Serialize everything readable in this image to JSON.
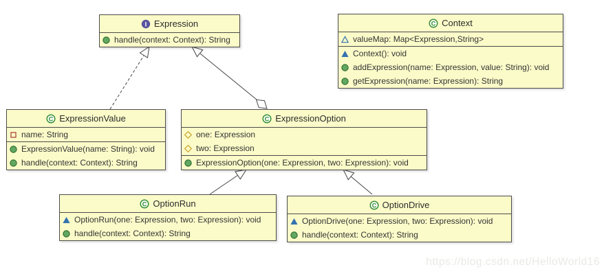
{
  "diagram_type": "uml-class-diagram",
  "watermark": "https://blog.csdn.net/HelloWorld16",
  "colors": {
    "box_fill": "#FBFBC9",
    "box_border": "#4a4a4a",
    "interface_icon": "#5B549E",
    "class_icon_ring": "#2E8B2E",
    "public_method": "#61A861",
    "constructor_method": "#3572B0",
    "package_field": "#3572B0",
    "private_field": "#B0453A",
    "protected_field": "#C9A227",
    "watermark_text": "#e9e9e5"
  },
  "classes": [
    {
      "name": "Expression",
      "kind": "interface",
      "icon": "interface-icon",
      "methods": [
        {
          "icon": "public-method-icon",
          "text": "handle(context: Context): String"
        }
      ]
    },
    {
      "name": "Context",
      "kind": "class",
      "icon": "class-icon",
      "fields": [
        {
          "icon": "package-field-icon",
          "text": "valueMap: Map<Expression,String>"
        }
      ],
      "methods": [
        {
          "icon": "constructor-method-icon",
          "text": "Context(): void"
        },
        {
          "icon": "public-method-icon",
          "text": "addExpression(name: Expression, value: String): void"
        },
        {
          "icon": "public-method-icon",
          "text": "getExpression(name: Expression): String"
        }
      ]
    },
    {
      "name": "ExpressionValue",
      "kind": "class",
      "icon": "class-icon",
      "fields": [
        {
          "icon": "private-field-icon",
          "text": "name: String"
        }
      ],
      "methods": [
        {
          "icon": "public-method-icon",
          "text": "ExpressionValue(name: String): void"
        },
        {
          "icon": "public-method-icon",
          "text": "handle(context: Context): String"
        }
      ]
    },
    {
      "name": "ExpressionOption",
      "kind": "class",
      "icon": "class-icon",
      "fields": [
        {
          "icon": "protected-field-icon",
          "text": "one: Expression"
        },
        {
          "icon": "protected-field-icon",
          "text": "two: Expression"
        }
      ],
      "methods": [
        {
          "icon": "public-method-icon",
          "text": "ExpressionOption(one: Expression, two: Expression): void"
        }
      ]
    },
    {
      "name": "OptionRun",
      "kind": "class",
      "icon": "class-icon",
      "methods": [
        {
          "icon": "constructor-method-icon",
          "text": "OptionRun(one: Expression, two: Expression): void"
        },
        {
          "icon": "public-method-icon",
          "text": "handle(context: Context): String"
        }
      ]
    },
    {
      "name": "OptionDrive",
      "kind": "class",
      "icon": "class-icon",
      "methods": [
        {
          "icon": "constructor-method-icon",
          "text": "OptionDrive(one: Expression, two: Expression): void"
        },
        {
          "icon": "public-method-icon",
          "text": "handle(context: Context): String"
        }
      ]
    }
  ],
  "relations": [
    {
      "from": "ExpressionValue",
      "to": "Expression",
      "type": "realization",
      "line": "dashed",
      "head": "hollow-triangle"
    },
    {
      "from": "ExpressionOption",
      "to": "Expression",
      "type": "generalization-with-aggregation",
      "line": "solid",
      "head": "hollow-triangle",
      "tail": "hollow-diamond"
    },
    {
      "from": "OptionRun",
      "to": "ExpressionOption",
      "type": "generalization",
      "line": "solid",
      "head": "hollow-triangle"
    },
    {
      "from": "OptionDrive",
      "to": "ExpressionOption",
      "type": "generalization",
      "line": "solid",
      "head": "hollow-triangle"
    }
  ]
}
